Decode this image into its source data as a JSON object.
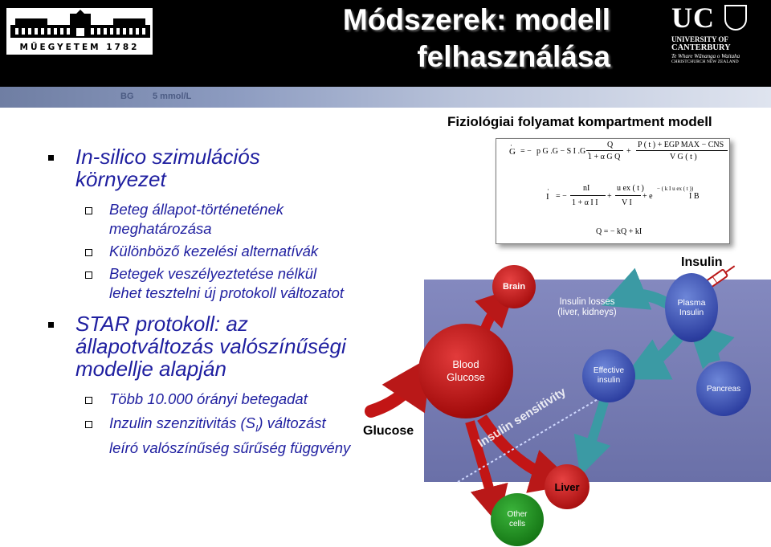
{
  "header": {
    "title_line1": "Módszerek: modell",
    "title_line2": "felhasználása",
    "logo_left_caption": "MŰEGYETEM 1782",
    "logo_right": {
      "abbr": "UC",
      "line1": "UNIVERSITY OF",
      "line2": "CANTERBURY",
      "line3": "Te Whare Wānanga o Waitaha",
      "line4": "CHRISTCHURCH NEW ZEALAND"
    }
  },
  "stripe_texts": [
    "BG",
    "5 mmol/L"
  ],
  "bullets": [
    {
      "level": 1,
      "text_lines": [
        "In-silico szimulációs",
        "környezet"
      ],
      "children": [
        {
          "text_lines": [
            "Beteg állapot-történetének",
            "meghatározása"
          ]
        },
        {
          "text_lines": [
            "Különböző kezelési alternatívák"
          ]
        },
        {
          "text_lines": [
            "Betegek veszélyeztetése nélkül",
            "lehet tesztelni új protokoll változatot"
          ]
        }
      ]
    },
    {
      "level": 1,
      "text_lines": [
        "STAR protokoll: az",
        "állapotváltozás valószínűségi",
        "modellje alapján"
      ],
      "children": [
        {
          "text_lines": [
            "Több 10.000 órányi betegadat"
          ]
        },
        {
          "text_lines": [
            "Inzulin szenzitivitás (S",
            "I",
            ") változást",
            "leíró valószínűség sűrűség függvény"
          ]
        }
      ]
    }
  ],
  "diagram": {
    "title": "Fiziológiai folyamat kompartment modell",
    "equations": {
      "eq1": {
        "lhs": "G",
        "rhs_a": "p G .G − S I .G .",
        "frac1_num": "Q",
        "frac1_den": "1 + α G Q",
        "frac2_num": "P ( t ) + EGP MAX − CNS",
        "frac2_den": "V G ( t )"
      },
      "eq2": {
        "lhs": "I",
        "frac1_num": "nI",
        "frac1_den": "1 + α I I",
        "frac2_num": "u ex ( t )",
        "frac2_den": "V I",
        "tail": "+ e",
        "exponent": "− ( k I u ex ( t ))",
        "tail2": "I B"
      },
      "eq3": "Q = − kQ + kI"
    },
    "labels": {
      "insulin": "Insulin",
      "glucose": "Glucose",
      "brain": "Brain",
      "blood_glucose": [
        "Blood",
        "Glucose"
      ],
      "insulin_losses": [
        "Insulin losses",
        "(liver, kidneys)"
      ],
      "plasma_insulin": [
        "Plasma",
        "Insulin"
      ],
      "effective_insulin": [
        "Effective",
        "insulin"
      ],
      "pancreas": "Pancreas",
      "liver": "Liver",
      "other_cells": [
        "Other",
        "cells"
      ],
      "insulin_sensitivity": "Insulin sensitivity"
    }
  },
  "colors": {
    "bullet_text": "#1f1fa0",
    "panel": "#7a7fb4",
    "red_node": "#b01212",
    "blue_node": "#3247a8",
    "green_node": "#1c8c1c",
    "arrow": "#3b9aa4"
  }
}
